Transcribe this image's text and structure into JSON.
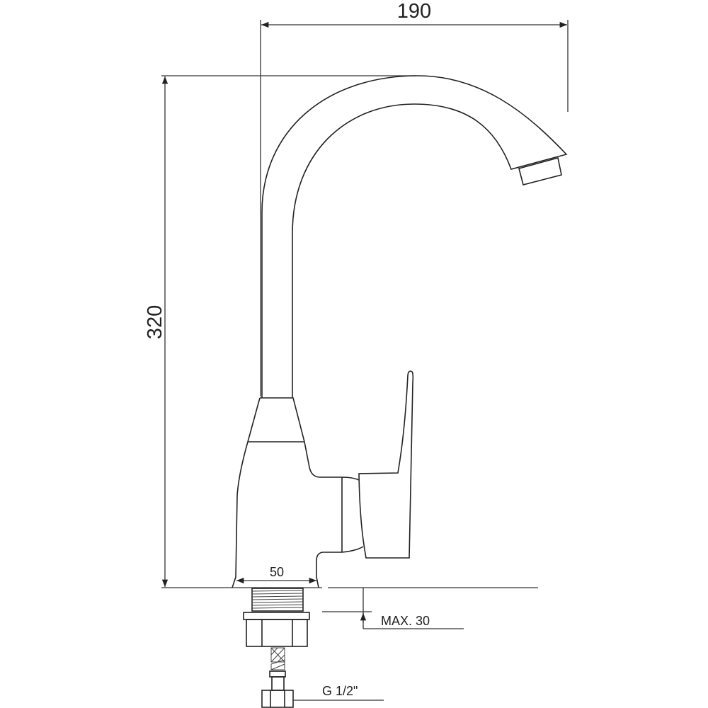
{
  "drawing": {
    "dimensions": {
      "spout_reach": "190",
      "height": "320",
      "base_diameter": "50",
      "max_counter_thickness": "MAX. 30",
      "connection_thread": "G 1/2\""
    },
    "line_color": "#222222",
    "background": "#ffffff"
  }
}
